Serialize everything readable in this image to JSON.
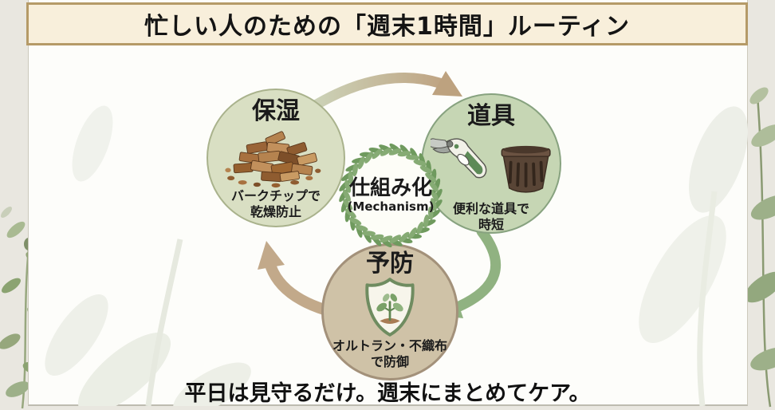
{
  "title": "忙しい人のための「週末1時間」ルーティン",
  "footer": "平日は見守るだけ。週末にまとめてケア。",
  "diagram": {
    "center": {
      "label": "仕組み化",
      "sublabel": "(Mechanism)"
    },
    "nodes": [
      {
        "id": "hoshitsu",
        "label": "保湿",
        "captions": [
          "バークチップで",
          "乾燥防止"
        ],
        "icon": "bark-chips-icon"
      },
      {
        "id": "dougu",
        "label": "道具",
        "captions": [
          "便利な道具で",
          "時短"
        ],
        "icon": "pruning-shears-pot-icon"
      },
      {
        "id": "yobou",
        "label": "予防",
        "captions": [
          "オルトラン・不織布",
          "で防御"
        ],
        "icon": "shield-sprout-icon"
      }
    ],
    "arrows": [
      "hoshitsu-to-dougu",
      "dougu-to-yobou",
      "yobou-to-hoshitsu"
    ]
  },
  "colors": {
    "banner_bg": "#f8efdb",
    "banner_border": "#b59a67",
    "panel_bg": "#fdfdfa",
    "node_hoshitsu_bg": "#d9dfc3",
    "node_dougu_bg": "#c6d6b4",
    "node_yobou_bg": "#cfc2a7",
    "arrow_tan": "#c1a787",
    "arrow_green": "#90b281",
    "wreath_green": "#6f9a5e",
    "text": "#1b1b1b"
  }
}
